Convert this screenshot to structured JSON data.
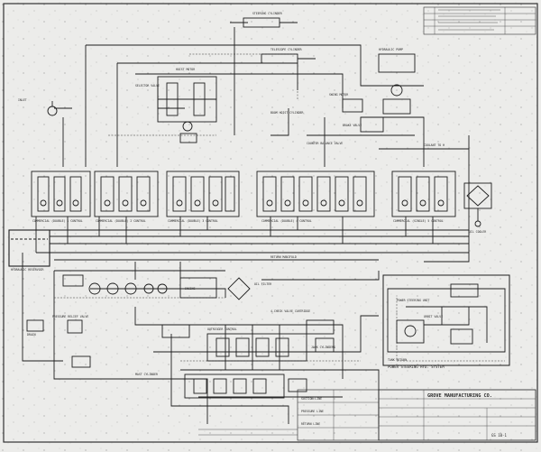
{
  "title_block": {
    "company": "GROVE MANUFACTURING CO.",
    "drawing_title": "POWER STEERING HYD. SYSTEM",
    "drawing_no": "GS 10-1"
  },
  "valve_sections": [
    {
      "label": "COMMERCIAL (DOUBLE) 1 CONTROL"
    },
    {
      "label": "COMMERCIAL (DOUBLE) 2 CONTROL"
    },
    {
      "label": "COMMERCIAL (DOUBLE) 3 CONTROL"
    },
    {
      "label": "COMMERCIAL (DOUBLE) 4 CONTROL"
    },
    {
      "label": "COMMERCIAL (SINGLE) 5 CONTROL"
    }
  ],
  "callouts": {
    "hydraulic_reservoir": "HYDRAULIC RESERVOIR",
    "return_manifold": "RETURN MANIFOLD",
    "oil_filter": "OIL FILTER",
    "oil_cooler": "OIL COOLER",
    "engine": "ENGINE",
    "check_valve": "4-CHECK VALVE CARTRIDGE",
    "pressure_relief": "PRESSURE RELIEF VALVE",
    "steering_cylinder": "STEERING CYLINDER",
    "selector_valve": "SELECTOR VALVE",
    "pump": "HYDRAULIC PUMP",
    "swing_motor": "SWING MOTOR",
    "hoist_motor": "HOIST MOTOR",
    "coolant": "COOLANT TO H",
    "power_steering": "POWER STEERING UNIT",
    "orbit_valve": "ORBIT VALVE",
    "boom_cylinder": "BOOM HOIST CYLINDER",
    "telescope_cylinder": "TELESCOPE CYLINDER",
    "outrigger": "OUTRIGGER CONTROL",
    "jack_cyl": "JACK CYLINDERS",
    "tank_return": "TANK RETURN",
    "mast_cyl": "MAST CYLINDER",
    "brake_valve": "BRAKE VALVE",
    "counter_balance": "COUNTER BALANCE VALVE",
    "inlet": "INLET",
    "drain": "DRAIN"
  },
  "legend": {
    "line1": "SUCTION LINE",
    "line2": "PRESSURE LINE",
    "line3": "RETURN LINE"
  }
}
